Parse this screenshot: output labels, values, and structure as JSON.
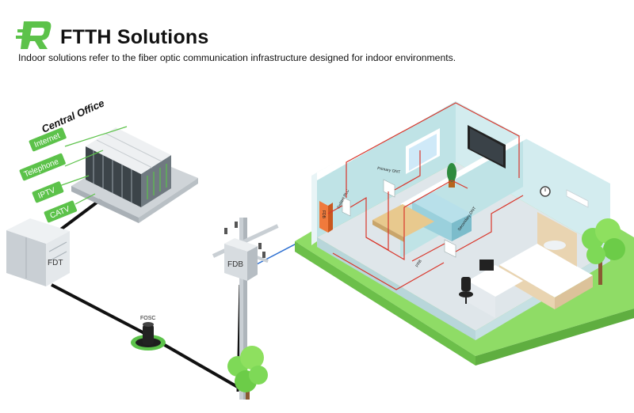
{
  "header": {
    "logo_letter": "R",
    "title": "FTTH Solutions",
    "subtitle": "Indoor solutions refer to the fiber optic communication infrastructure designed for indoor environments."
  },
  "central_office": {
    "label": "Central Office",
    "services": [
      "Internet",
      "Telephone",
      "IPTV",
      "CATV"
    ]
  },
  "equipment": {
    "fdt": "FDT",
    "fosc": "FOSC",
    "fdb": "FDB"
  },
  "house": {
    "fdb_box": "FDB",
    "splitter": "Splitter PLC",
    "primary_ont": "Primary ONT",
    "secondary_ont": "Secondary ONT",
    "frb": "FRB"
  },
  "colors": {
    "accent_green": "#5cc24a",
    "fiber_red": "#d9362b",
    "fiber_blue": "#2d6fd1",
    "cable_black": "#111111"
  }
}
